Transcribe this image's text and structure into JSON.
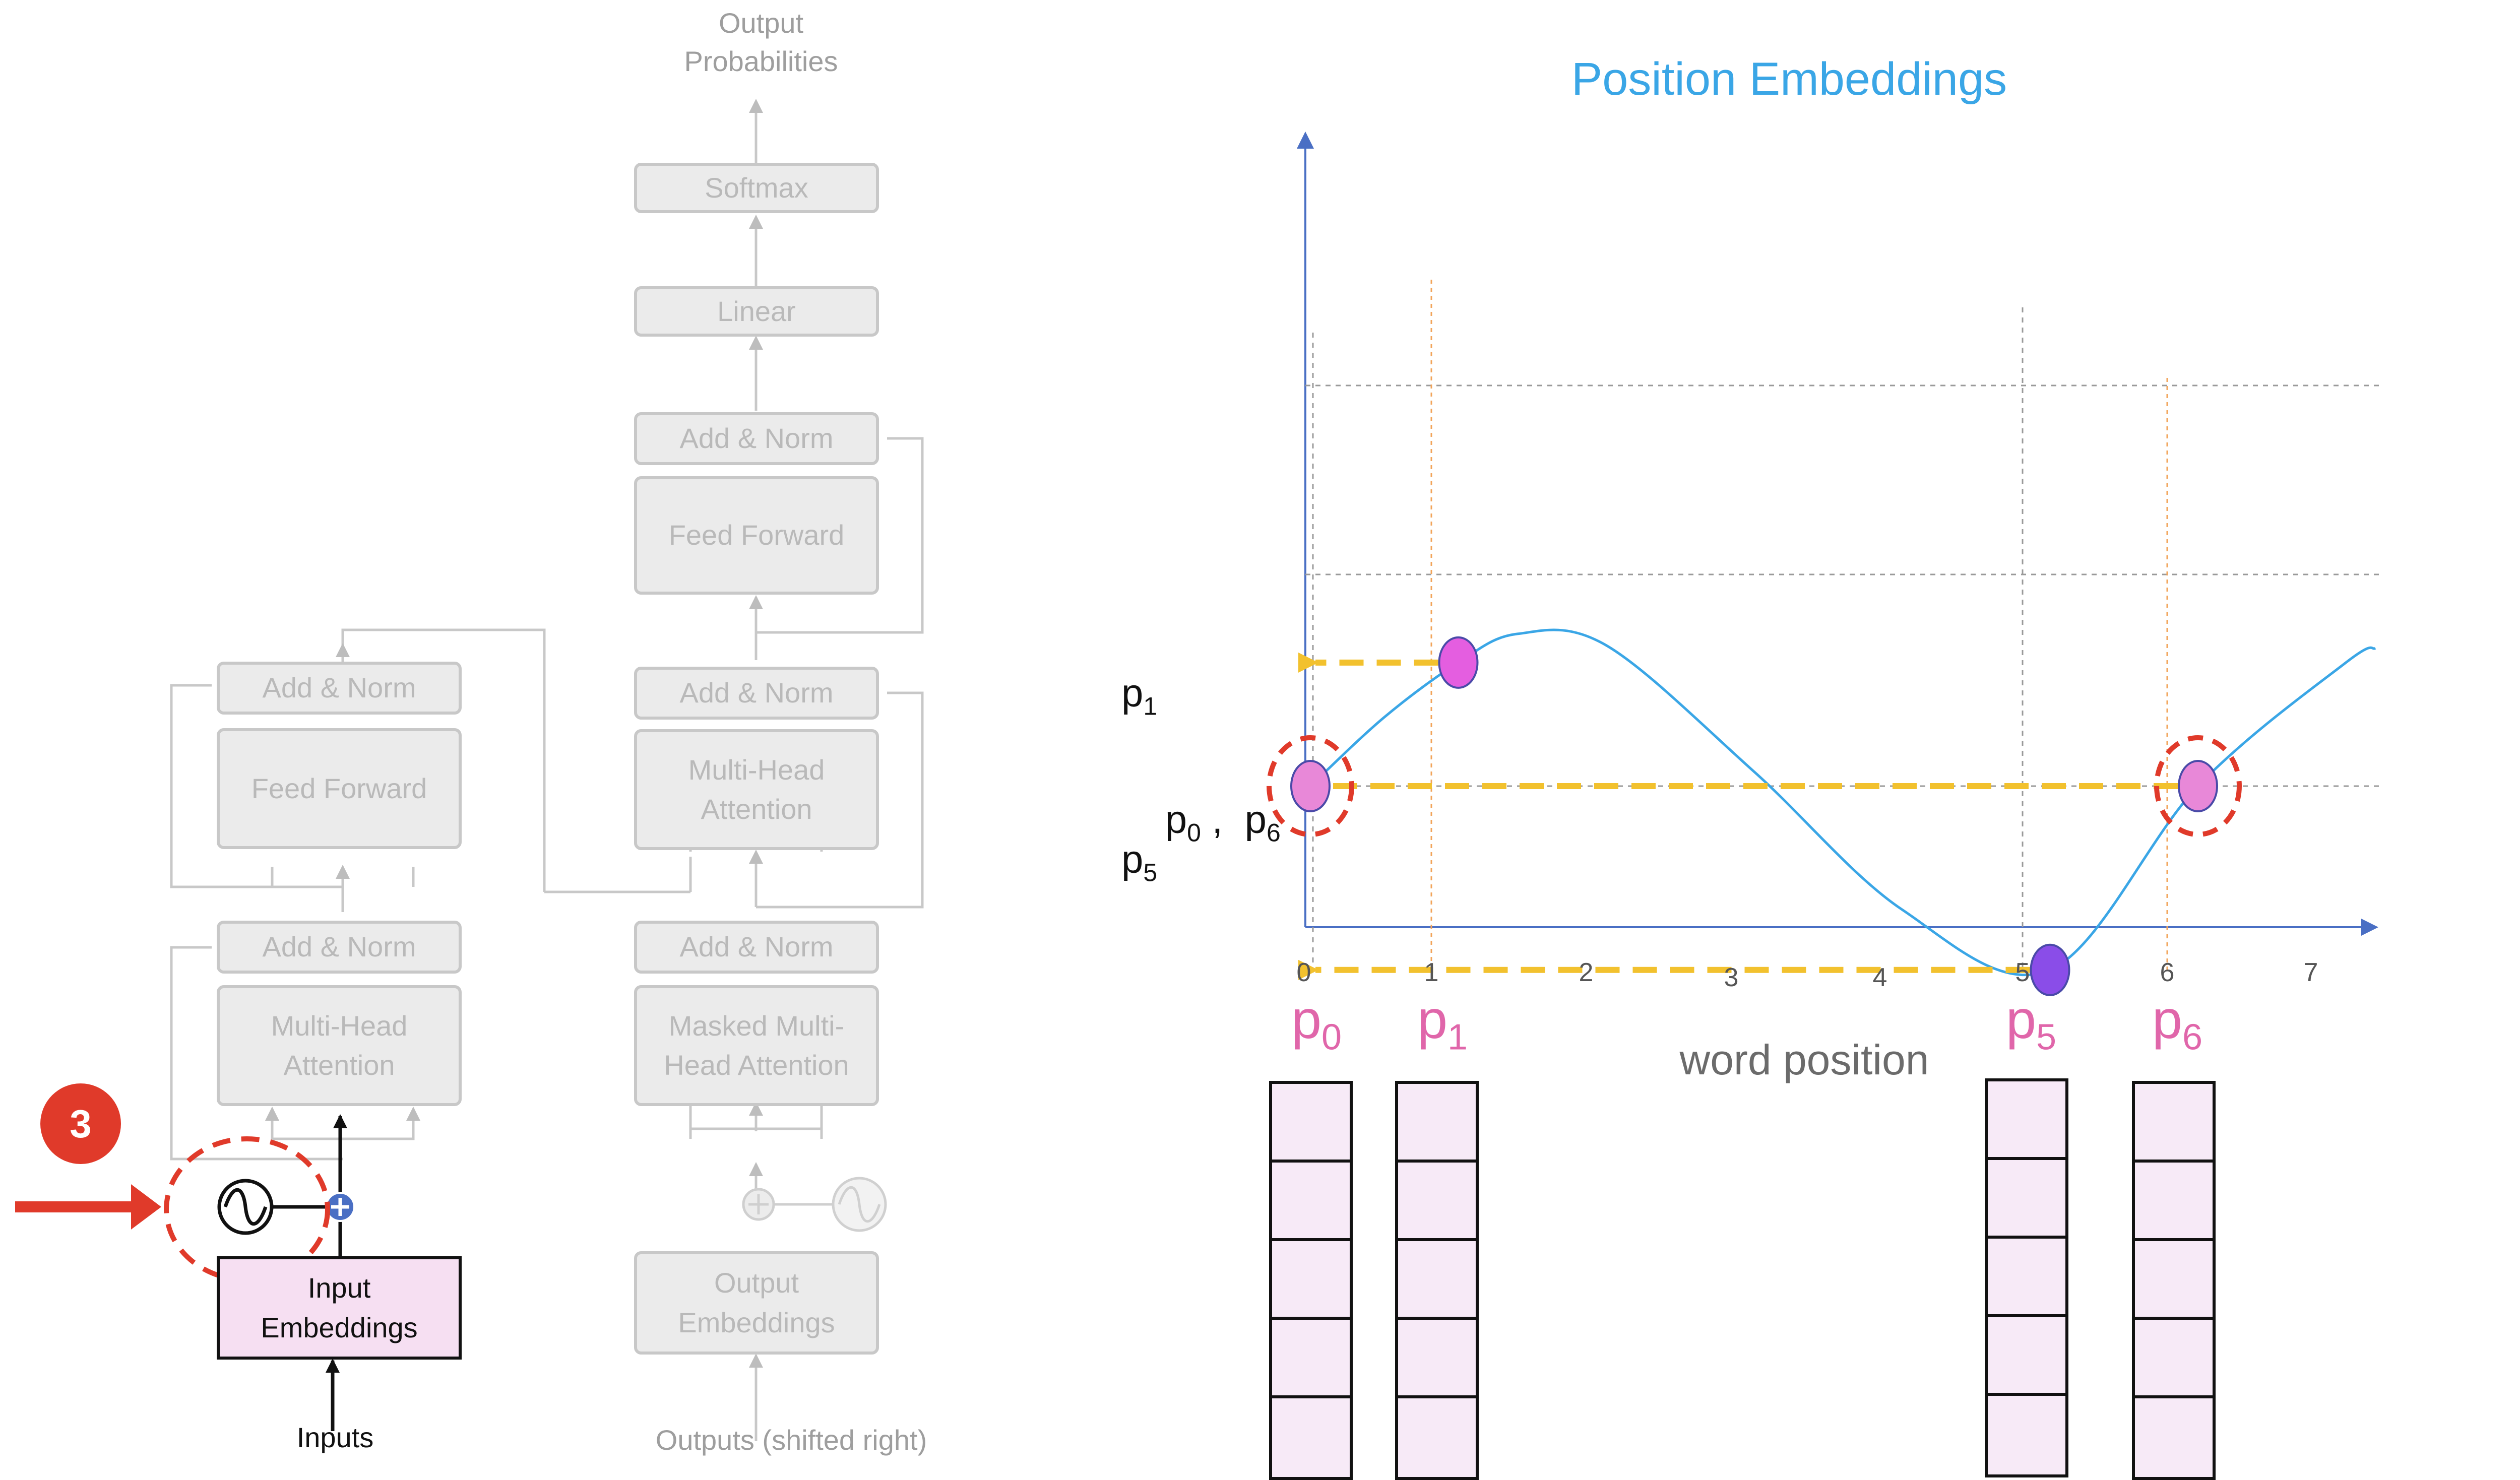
{
  "left_diagram": {
    "output_probabilities": "Output\nProbabilities",
    "softmax": "Softmax",
    "linear": "Linear",
    "decoder_add_norm_top": "Add & Norm",
    "decoder_feed_forward": "Feed Forward",
    "decoder_add_norm_mid": "Add & Norm",
    "decoder_multi_head_attention": "Multi-Head\nAttention",
    "decoder_add_norm_bottom": "Add & Norm",
    "decoder_masked_attention": "Masked Multi-\nHead Attention",
    "output_embeddings": "Output\nEmbeddings",
    "outputs_label": "Outputs (shifted right)",
    "encoder_add_norm_top": "Add & Norm",
    "encoder_feed_forward": "Feed Forward",
    "encoder_add_norm_bottom": "Add & Norm",
    "encoder_multi_head_attention": "Multi-Head\nAttention",
    "input_embeddings": "Input\nEmbeddings",
    "inputs_label": "Inputs",
    "step_badge": "3"
  },
  "right_chart": {
    "title": "Position Embeddings",
    "x_ticks": [
      "0",
      "1",
      "2",
      "3",
      "4",
      "5",
      "6",
      "7"
    ],
    "xlabel": "word position",
    "y_labels": {
      "p1": {
        "base": "p",
        "sub": "1"
      },
      "p0_p6": {
        "base1": "p",
        "sub1": "0",
        "sep": " ,  ",
        "base2": "p",
        "sub2": "6"
      },
      "p5": {
        "base": "p",
        "sub": "5"
      }
    },
    "vector_labels": [
      {
        "base": "p",
        "sub": "0"
      },
      {
        "base": "p",
        "sub": "1"
      },
      {
        "base": "p",
        "sub": "5"
      },
      {
        "base": "p",
        "sub": "6"
      }
    ],
    "vector_cells": 5
  },
  "colors": {
    "curve": "#3aa6e6",
    "point_pink": "#e888d8",
    "point_magenta": "#e45ee0",
    "point_purple": "#8a4de8",
    "arrow_yellow": "#f2c12e",
    "highlight_red": "#e03a2a",
    "guide_orange": "#f2a45a",
    "axis": "#4a6fc4"
  },
  "chart_data": {
    "type": "line",
    "title": "Position Embeddings",
    "xlabel": "word position",
    "ylabel": "",
    "xlim": [
      0,
      7.2
    ],
    "x": [
      0,
      1,
      5,
      6
    ],
    "y": [
      0.09,
      0.52,
      -0.55,
      0.09
    ],
    "series": [
      {
        "name": "",
        "x": [
          0,
          0.5,
          1,
          1.4,
          2,
          3,
          4,
          5,
          6,
          7,
          7.2
        ],
        "y": [
          0.09,
          0.33,
          0.52,
          0.62,
          0.58,
          0.14,
          -0.34,
          -0.55,
          0.09,
          0.52,
          0.57
        ]
      }
    ],
    "points": [
      {
        "label": "p0",
        "x": 0,
        "y": 0.09
      },
      {
        "label": "p1",
        "x": 1,
        "y": 0.52
      },
      {
        "label": "p5",
        "x": 5,
        "y": -0.55
      },
      {
        "label": "p6",
        "x": 6,
        "y": 0.09
      }
    ],
    "grid": false
  }
}
